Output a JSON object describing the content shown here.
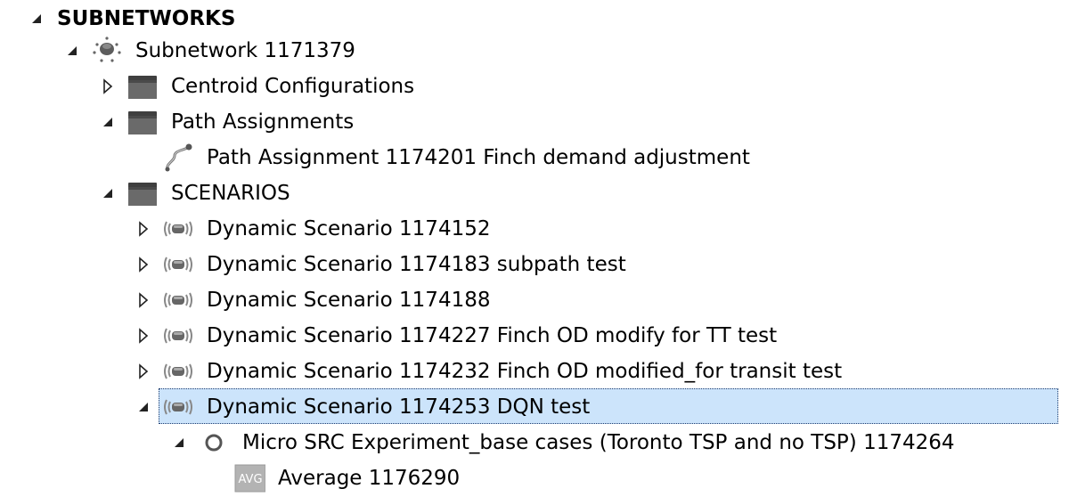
{
  "tree": {
    "root": {
      "label": "SUBNETWORKS",
      "expanded": true,
      "subnetwork": {
        "label": "Subnetwork 1171379",
        "icon": "subnetwork-icon",
        "expanded": true,
        "centroid_configurations": {
          "label": "Centroid Configurations",
          "icon": "folder-icon",
          "expanded": false
        },
        "path_assignments": {
          "label": "Path Assignments",
          "icon": "folder-icon",
          "expanded": true,
          "items": [
            {
              "label": "Path Assignment 1174201 Finch demand adjustment",
              "icon": "path-assignment-icon"
            }
          ]
        },
        "scenarios": {
          "label": "SCENARIOS",
          "icon": "folder-icon",
          "expanded": true,
          "items": [
            {
              "label": "Dynamic Scenario 1174152",
              "icon": "dynamic-scenario-icon",
              "expanded": false
            },
            {
              "label": "Dynamic Scenario 1174183 subpath test",
              "icon": "dynamic-scenario-icon",
              "expanded": false
            },
            {
              "label": "Dynamic Scenario 1174188",
              "icon": "dynamic-scenario-icon",
              "expanded": false
            },
            {
              "label": "Dynamic Scenario 1174227 Finch OD modify for TT test",
              "icon": "dynamic-scenario-icon",
              "expanded": false
            },
            {
              "label": "Dynamic Scenario 1174232 Finch OD modified_for transit test",
              "icon": "dynamic-scenario-icon",
              "expanded": false
            },
            {
              "label": "Dynamic Scenario 1174253 DQN test",
              "icon": "dynamic-scenario-icon",
              "expanded": true,
              "selected": true,
              "experiment": {
                "label": "Micro SRC Experiment_base cases (Toronto TSP and no TSP) 1174264",
                "icon": "experiment-circle-icon",
                "expanded": true,
                "average": {
                  "label": "Average 1176290",
                  "icon": "average-icon",
                  "icon_text": "AVG"
                }
              }
            }
          ]
        }
      }
    }
  },
  "colors": {
    "selection_bg": "#cce4fb",
    "selection_border": "#1f3e70",
    "folder": "#5a5a5a"
  }
}
